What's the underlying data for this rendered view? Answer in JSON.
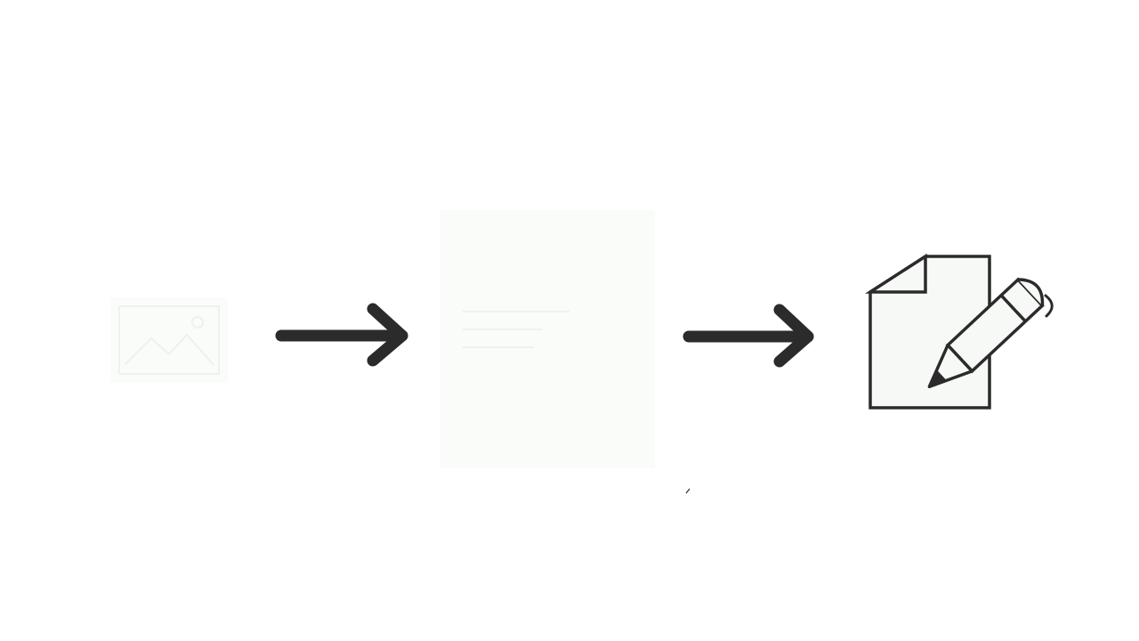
{
  "diagram": {
    "steps": [
      {
        "icon": "image-icon",
        "state": "faded"
      },
      {
        "icon": "document-text-icon",
        "state": "faded"
      },
      {
        "icon": "document-edit-icon",
        "state": "active"
      }
    ],
    "connectors": [
      {
        "icon": "arrow-right-icon"
      },
      {
        "icon": "arrow-right-icon"
      }
    ],
    "colors": {
      "stroke": "#2b2b2b",
      "faded_fill": "#fafcfa",
      "faded_stroke": "#eef1ee",
      "paper_fill": "#f7f9f7",
      "background": "#ffffff"
    }
  }
}
